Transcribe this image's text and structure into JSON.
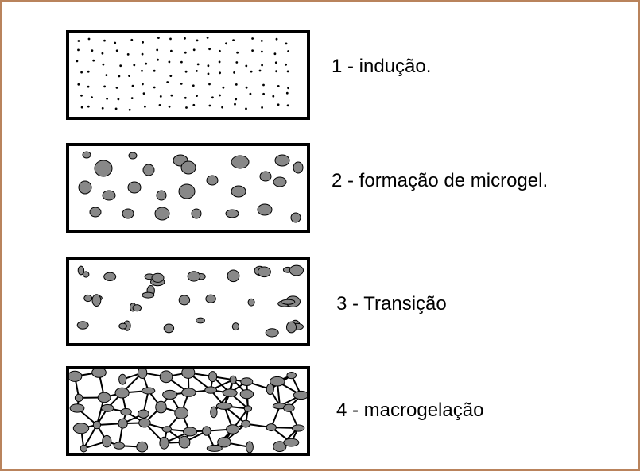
{
  "stages": [
    {
      "label": "1 - indução."
    },
    {
      "label": "2 - formação de microgel."
    },
    {
      "label": "3 - Transição"
    },
    {
      "label": "4 - macrogelação"
    }
  ],
  "colors": {
    "frame_border": "#b9835c",
    "box_border": "#000000",
    "particle_fill": "#888888",
    "particle_stroke": "#000000",
    "line": "#000000"
  }
}
